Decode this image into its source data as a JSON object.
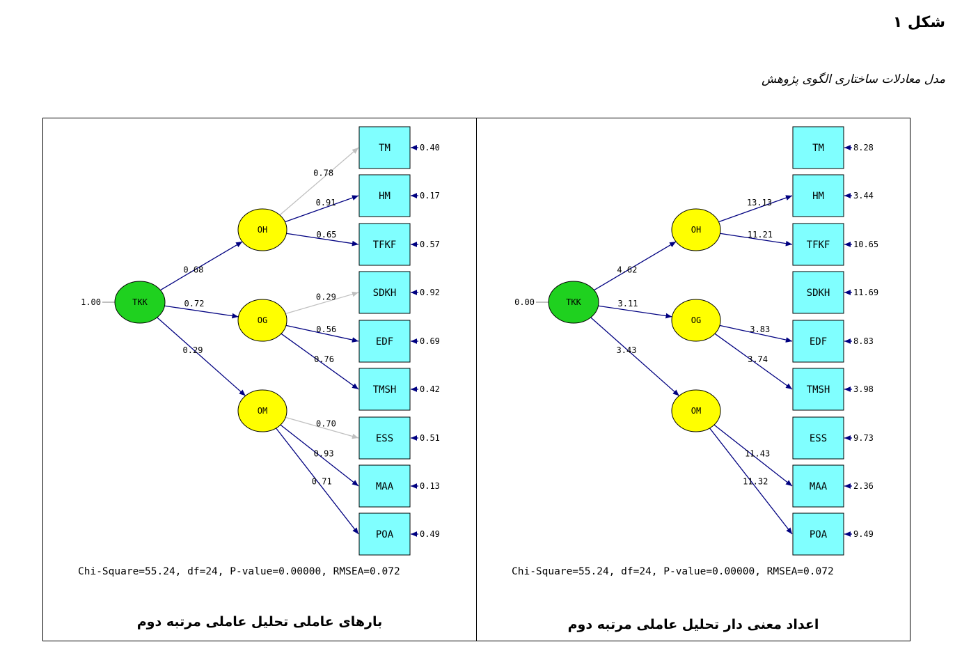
{
  "page": {
    "heading": "شکل ۱",
    "subheading": "مدل معادلات ساختاری الگوی پژوهش"
  },
  "colors": {
    "root_fill": "#1fd11f",
    "latent_fill": "#ffff00",
    "indicator_fill": "#80ffff",
    "significant_arrow": "#000080",
    "nonsignificant_arrow": "#c0c0c0"
  },
  "diagrams": [
    {
      "id": "loadings",
      "caption": "بارهای عاملی تحلیل عاملی مرتبه دوم",
      "root": {
        "label": "TKK",
        "variance": "1.00"
      },
      "latents": [
        {
          "label": "OH",
          "path": "0.68"
        },
        {
          "label": "OG",
          "path": "0.72"
        },
        {
          "label": "OM",
          "path": "0.29"
        }
      ],
      "indicators": [
        {
          "label": "TM",
          "error": "0.40"
        },
        {
          "label": "HM",
          "error": "0.17"
        },
        {
          "label": "TFKF",
          "error": "0.57"
        },
        {
          "label": "SDKH",
          "error": "0.92"
        },
        {
          "label": "EDF",
          "error": "0.69"
        },
        {
          "label": "TMSH",
          "error": "0.42"
        },
        {
          "label": "ESS",
          "error": "0.51"
        },
        {
          "label": "MAA",
          "error": "0.13"
        },
        {
          "label": "POA",
          "error": "0.49"
        }
      ],
      "loadings": [
        {
          "from": 0,
          "to": 0,
          "value": "0.78",
          "fixed": true
        },
        {
          "from": 0,
          "to": 1,
          "value": "0.91",
          "fixed": false
        },
        {
          "from": 0,
          "to": 2,
          "value": "0.65",
          "fixed": false
        },
        {
          "from": 1,
          "to": 3,
          "value": "0.29",
          "fixed": true
        },
        {
          "from": 1,
          "to": 4,
          "value": "0.56",
          "fixed": false
        },
        {
          "from": 1,
          "to": 5,
          "value": "0.76",
          "fixed": false
        },
        {
          "from": 2,
          "to": 6,
          "value": "0.70",
          "fixed": true
        },
        {
          "from": 2,
          "to": 7,
          "value": "0.93",
          "fixed": false
        },
        {
          "from": 2,
          "to": 8,
          "value": "0.71",
          "fixed": false
        }
      ],
      "fit": "Chi-Square=55.24, df=24, P-value=0.00000, RMSEA=0.072"
    },
    {
      "id": "t-values",
      "caption": "اعداد معنی دار تحلیل عاملی مرتبه دوم",
      "root": {
        "label": "TKK",
        "variance": "0.00"
      },
      "latents": [
        {
          "label": "OH",
          "path": "4.62"
        },
        {
          "label": "OG",
          "path": "3.11"
        },
        {
          "label": "OM",
          "path": "3.43"
        }
      ],
      "indicators": [
        {
          "label": "TM",
          "error": "8.28"
        },
        {
          "label": "HM",
          "error": "3.44"
        },
        {
          "label": "TFKF",
          "error": "10.65"
        },
        {
          "label": "SDKH",
          "error": "11.69"
        },
        {
          "label": "EDF",
          "error": "8.83"
        },
        {
          "label": "TMSH",
          "error": "3.98"
        },
        {
          "label": "ESS",
          "error": "9.73"
        },
        {
          "label": "MAA",
          "error": "2.36"
        },
        {
          "label": "POA",
          "error": "9.49"
        }
      ],
      "loadings": [
        {
          "from": 0,
          "to": 1,
          "value": "13.13",
          "fixed": false
        },
        {
          "from": 0,
          "to": 2,
          "value": "11.21",
          "fixed": false
        },
        {
          "from": 1,
          "to": 4,
          "value": "3.83",
          "fixed": false
        },
        {
          "from": 1,
          "to": 5,
          "value": "3.74",
          "fixed": false
        },
        {
          "from": 2,
          "to": 7,
          "value": "11.43",
          "fixed": false
        },
        {
          "from": 2,
          "to": 8,
          "value": "11.32",
          "fixed": false
        }
      ],
      "fit": "Chi-Square=55.24, df=24, P-value=0.00000, RMSEA=0.072"
    }
  ]
}
